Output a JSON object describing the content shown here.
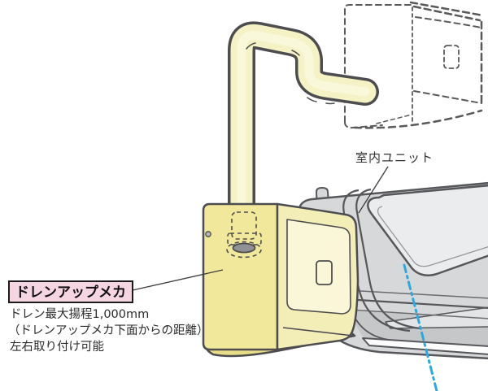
{
  "figure": {
    "labels": {
      "indoor_unit": "室内ユニット",
      "drain_up_mecha": "ドレンアップメカ",
      "spec_line1": "ドレン最大揚程1,000mm",
      "spec_line2": "（ドレンアップメカ下面からの距離）",
      "spec_line3": "左右取り付け可能"
    },
    "colors": {
      "outline": "#4d4d4f",
      "pipe_fill": "#f5f2c6",
      "pipe_highlight": "#fbf9e2",
      "box_side": "#f1e89b",
      "box_front": "#f3eeb8",
      "box_inner_panel": "#faf7d9",
      "box_bottom": "#e8de8a",
      "unit_body": "#d7d8da",
      "unit_top_panel": "#ebecee",
      "unit_underside": "#e3e4e6",
      "unit_shadow": "#c6c7c9",
      "callout_bg": "#f5d5e2",
      "centerline_cyan": "#2ba9e1"
    }
  }
}
